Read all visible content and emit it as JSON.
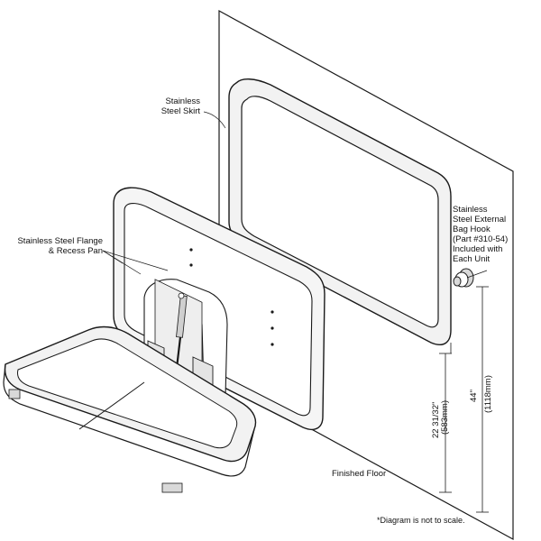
{
  "labels": {
    "skirt_line1": "Stainless",
    "skirt_line2": "Steel Skirt",
    "flange_line1": "Stainless Steel Flange",
    "flange_line2": "& Recess Pan",
    "hook_lines": [
      "Stainless",
      "Steel External",
      "Bag Hook",
      "(Part #310-54)",
      "Included with",
      "Each Unit"
    ],
    "finished_floor": "Finished Floor",
    "note": "*Diagram is not to scale."
  },
  "dimensions": {
    "dim1_in": "22 31/32\"",
    "dim1_mm": "(583mm)",
    "dim2_in": "44\"",
    "dim2_mm": "(1118mm)"
  },
  "colors": {
    "line": "#1a1a1a",
    "fill_light": "#f2f2f2",
    "fill_mid": "#d9d9d9",
    "fill_white": "#ffffff"
  }
}
